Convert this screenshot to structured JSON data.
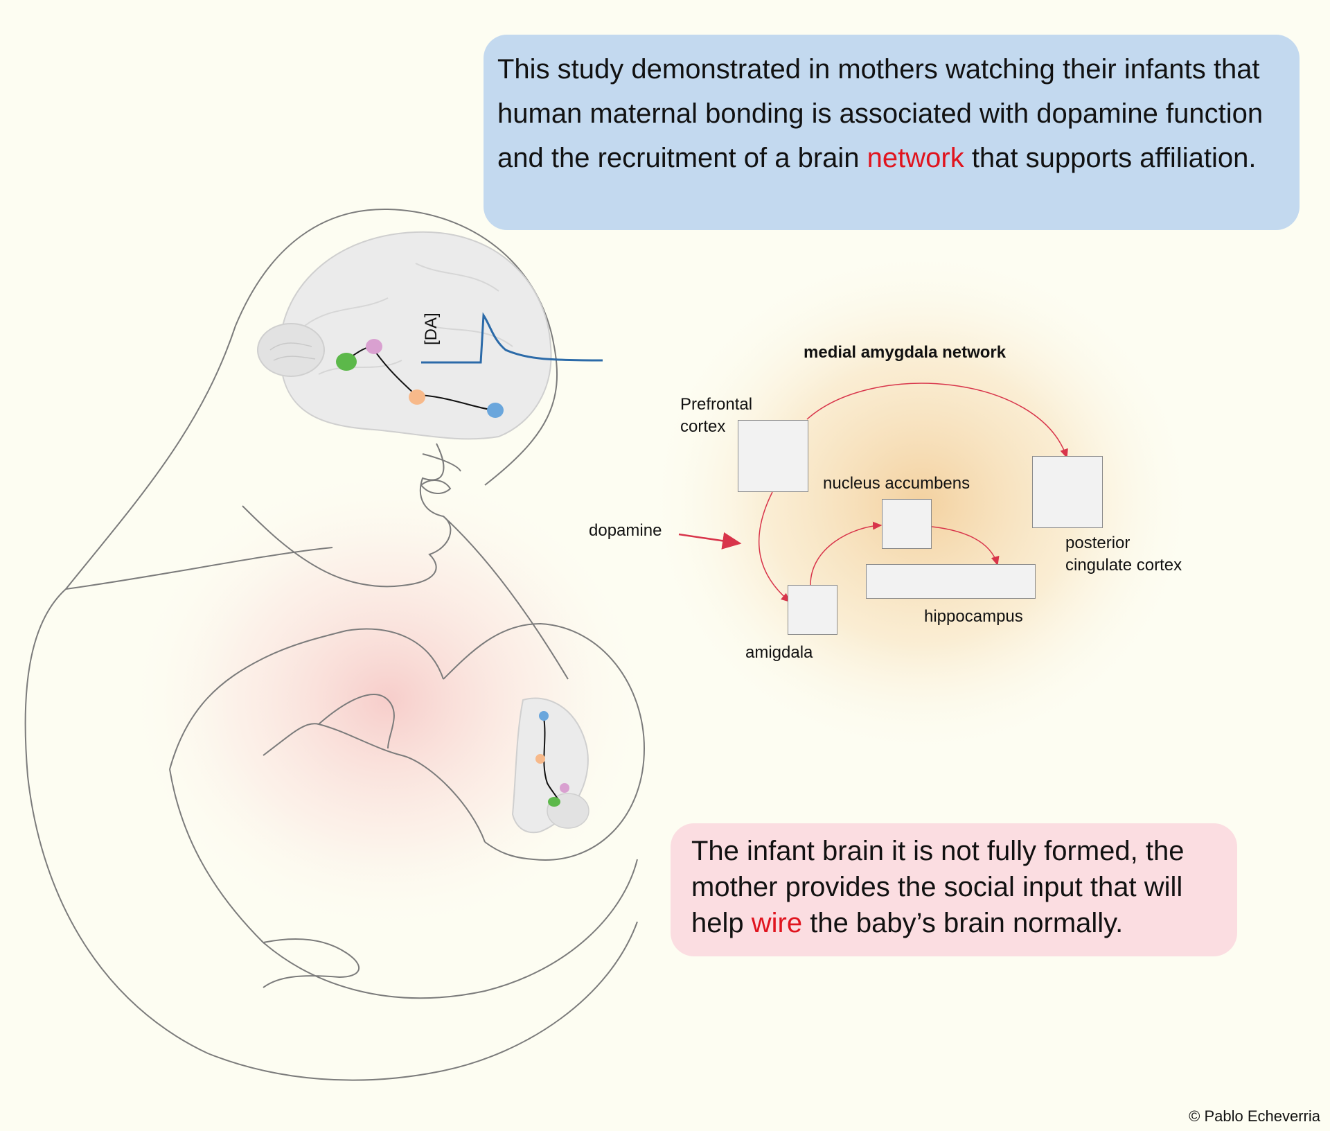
{
  "top_callout": {
    "text_before": "This study demonstrated in mothers watching their infants that human maternal bonding is associated with dopamine function and the recruitment of a brain ",
    "highlight": "network",
    "text_after": " that supports affiliation."
  },
  "bottom_callout": {
    "text_before": "The infant brain it is not fully formed, the mother provides the social input that will help ",
    "highlight": "wire",
    "text_after": " the baby’s brain normally."
  },
  "signal_label": "[DA]",
  "network": {
    "title": "medial amygdala network",
    "prefrontal_line1": "Prefrontal",
    "prefrontal_line2": "cortex",
    "nucleus_accumbens": "nucleus accumbens",
    "posterior_line1": "posterior",
    "posterior_line2": "cingulate cortex",
    "hippocampus": "hippocampus",
    "amigdala": "amigdala",
    "dopamine": "dopamine"
  },
  "credit": "© Pablo Echeverria",
  "colors": {
    "highlight": "#e0141e",
    "arrow": "#d8344a",
    "green_node": "#5cb84a",
    "pink_node": "#d9a0d0",
    "orange_node": "#f7b98a",
    "blue_node": "#6aa6dc",
    "signal": "#2b6aa8"
  }
}
